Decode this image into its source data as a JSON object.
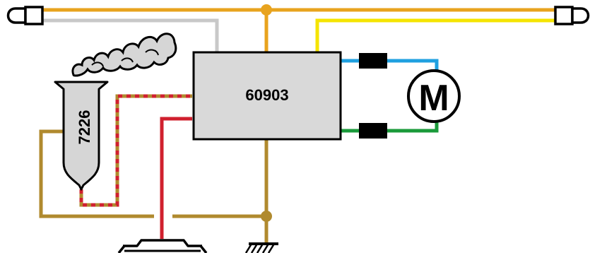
{
  "colors": {
    "background": "#ffffff",
    "supply_orange": "#e8a31e",
    "light_grey": "#c8c8c8",
    "yellow": "#f5e400",
    "blue": "#1fa0e0",
    "green": "#1a9a3a",
    "red": "#d0202e",
    "brown": "#b08a2e",
    "module_fill": "#d9d9d9",
    "stroke": "#000000"
  },
  "module": {
    "label": "60903"
  },
  "smoke_generator": {
    "label": "7226"
  },
  "motor": {
    "label": "M"
  },
  "icons": [
    "bulb-left-icon",
    "bulb-right-icon",
    "smoke-cloud-icon",
    "pickup-shoe-icon",
    "ground-icon",
    "motor-icon",
    "suppressor-choke-icon"
  ]
}
